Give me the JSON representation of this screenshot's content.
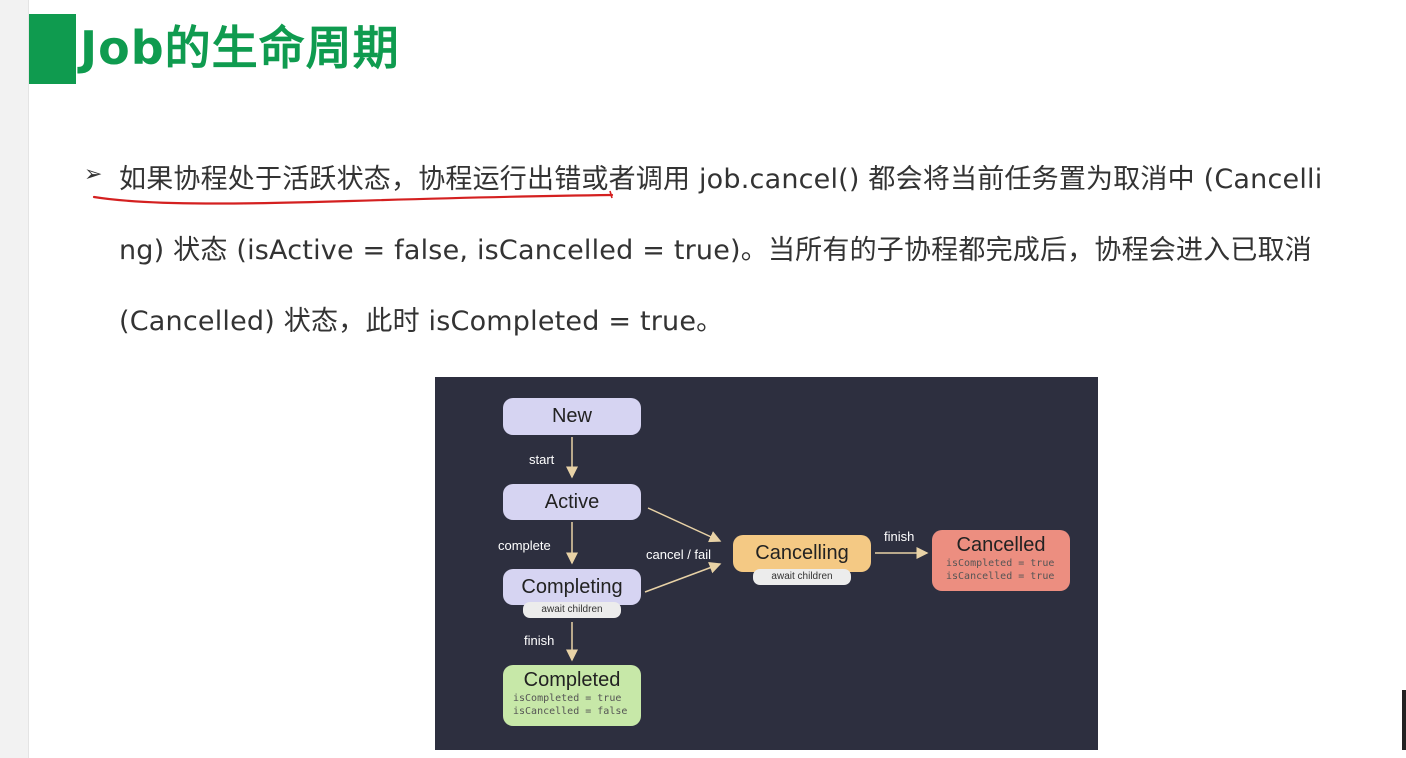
{
  "slide": {
    "title": "Job的生命周期",
    "bullet_icon": "arrow-bullet-icon",
    "bullet_symbol": "➢",
    "lines": [
      "如果协程处于活跃状态，协程运行出错或者调用 job.cancel() 都会将当前任务置为取消中 (Cancelli",
      "ng) 状态 (isActive = false, isCancelled = true)。当所有的子协程都完成后，协程会进入已取消",
      "(Cancelled) 状态，此时 isCompleted = true。"
    ],
    "accent_color": "#0f9b4f",
    "underline_color": "#d42020"
  },
  "diagram": {
    "states": {
      "new": "New",
      "active": "Active",
      "completing": "Completing",
      "completing_note": "await children",
      "completed": "Completed",
      "completed_code": [
        "isCompleted = true",
        "isCancelled = false"
      ],
      "cancelling": "Cancelling",
      "cancelling_note": "await children",
      "cancelled": "Cancelled",
      "cancelled_code": [
        "isCompleted = true",
        "isCancelled = true"
      ]
    },
    "edges": {
      "start": "start",
      "complete": "complete",
      "finish_completing": "finish",
      "cancel_fail": "cancel / fail",
      "finish_cancelling": "finish"
    },
    "colors": {
      "background": "#2d2f3f",
      "lavender": "#d6d4f2",
      "orange": "#f4c984",
      "red": "#ec8e80",
      "green": "#c7e8a8",
      "arrow": "#e8d2a6"
    }
  }
}
